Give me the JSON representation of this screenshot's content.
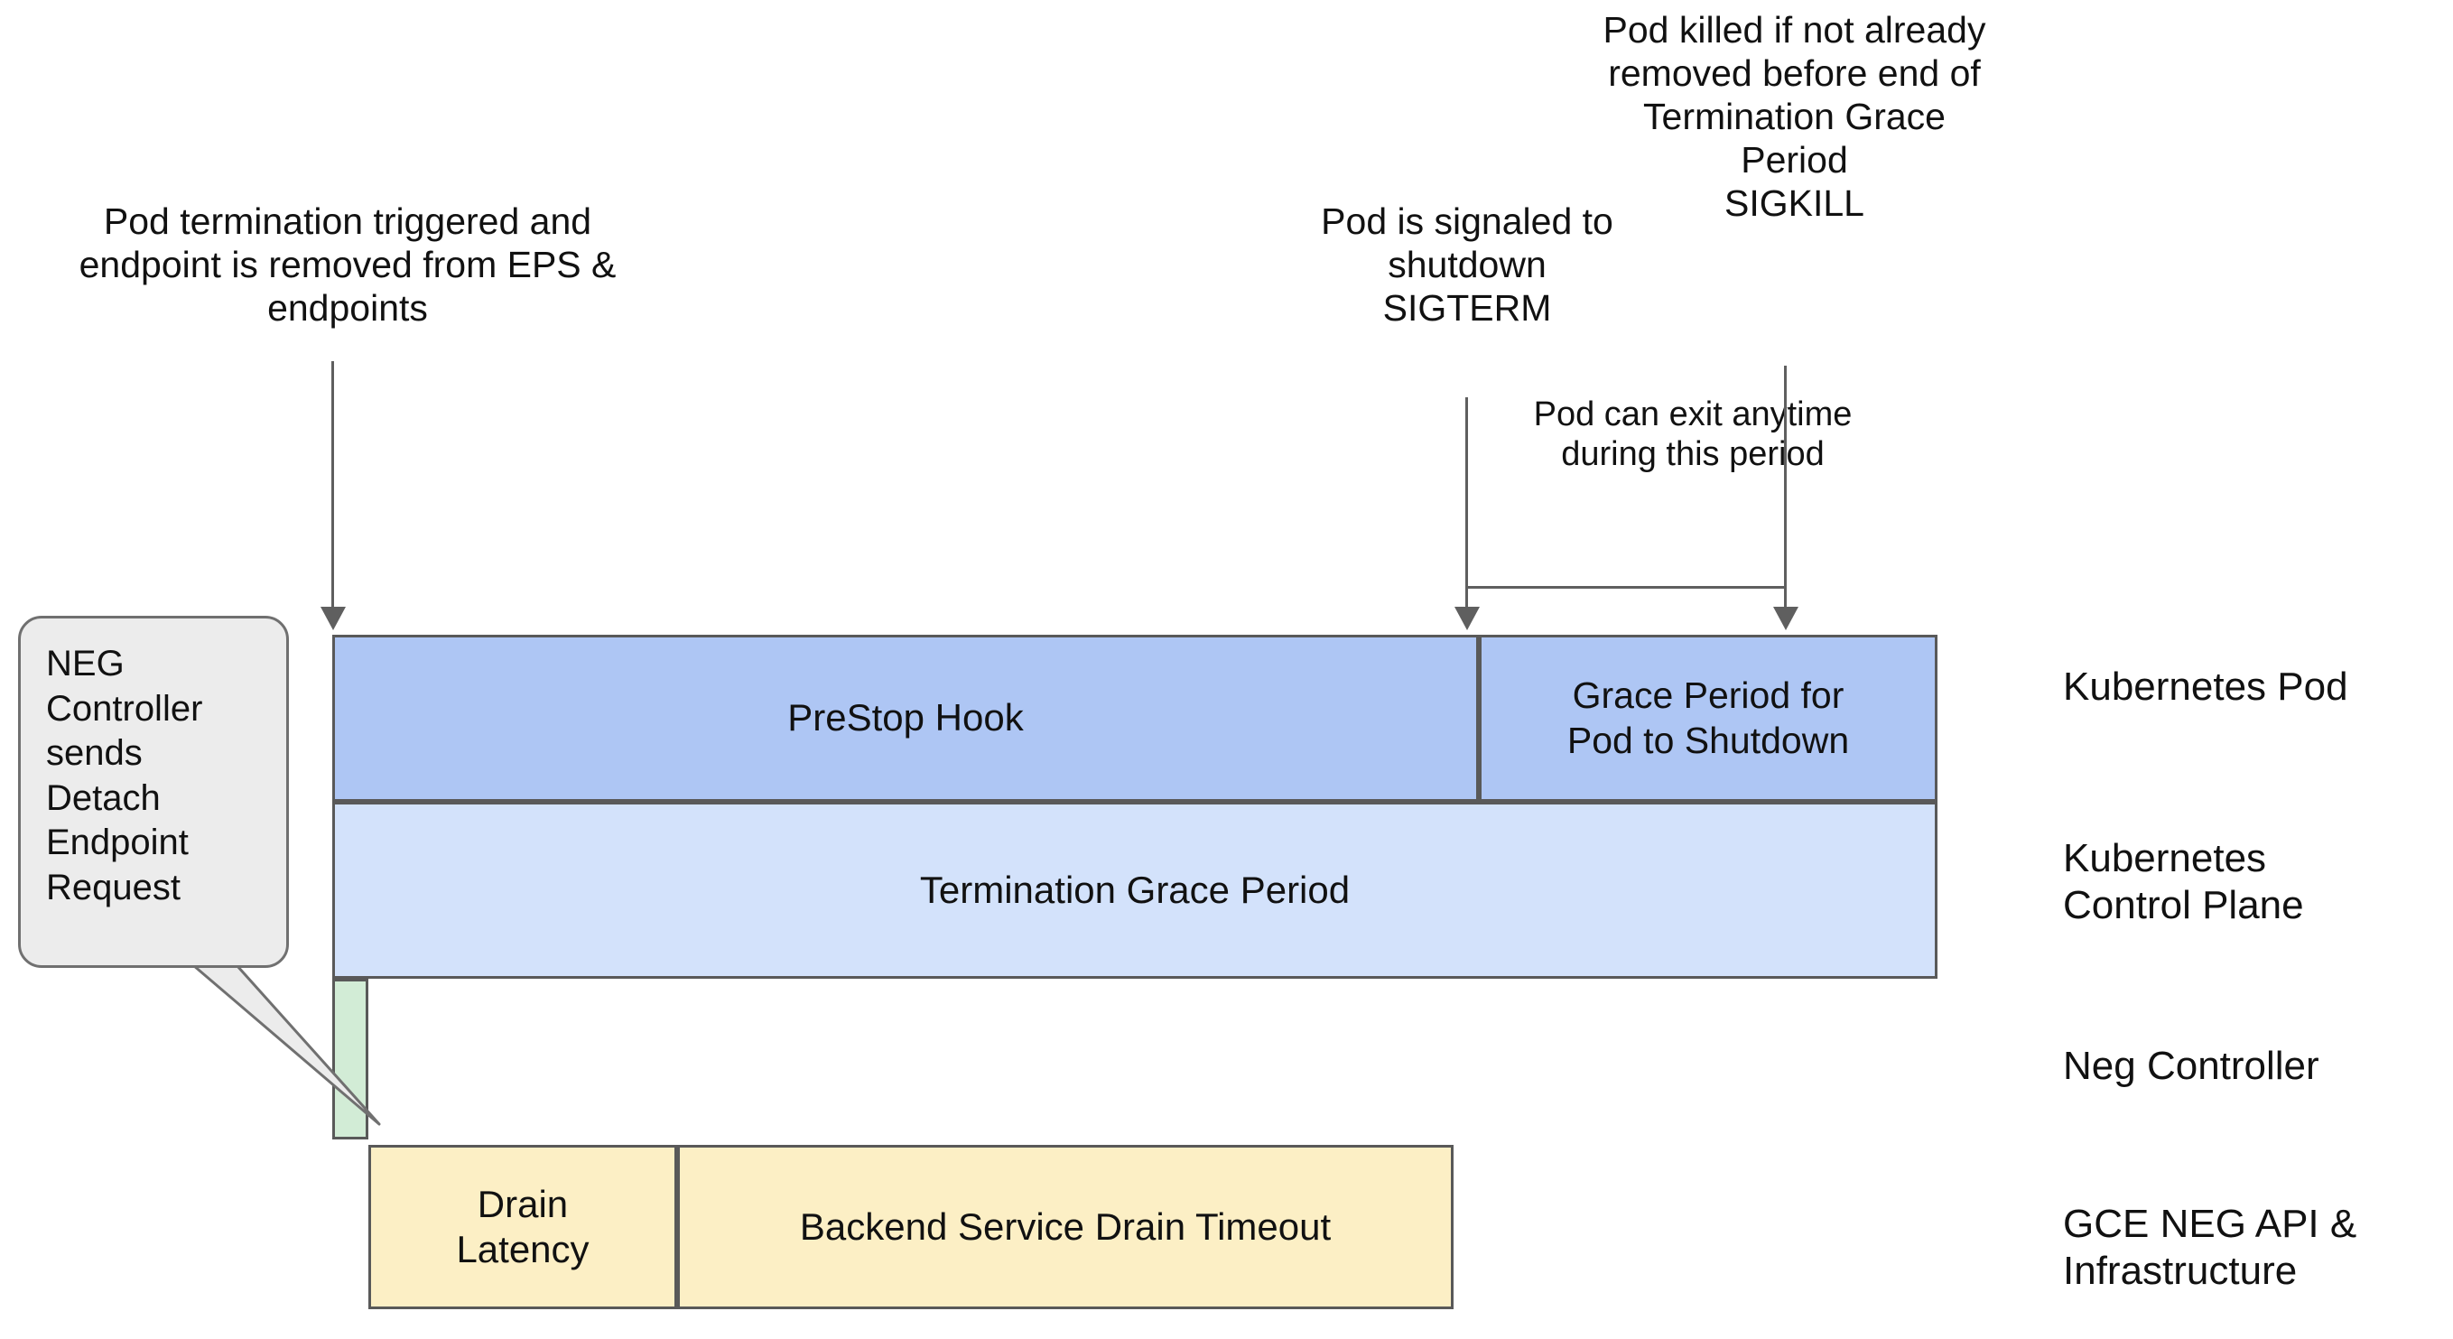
{
  "diagram": {
    "title": "Kubernetes Pod termination & NEG endpoint drain timeline",
    "colors": {
      "pod_bar": "#aec6f4",
      "control_plane_bar": "#d3e2fb",
      "neg_bar": "#d2ecd6",
      "gce_bar": "#fcefc5",
      "stroke": "#5f5f5f",
      "callout_fill": "#ececec"
    }
  },
  "annotations": {
    "pod_termination": "Pod termination triggered and endpoint is removed from EPS & endpoints",
    "sigterm": "Pod is signaled to shutdown\nSIGTERM",
    "sigkill": "Pod killed if not already removed before end of Termination Grace Period\nSIGKILL",
    "pod_exit_window": "Pod can exit anytime during this period"
  },
  "callout": {
    "text": "NEG Controller sends Detach Endpoint Request"
  },
  "lane_labels": {
    "kubernetes_pod": "Kubernetes Pod",
    "kubernetes_control_plane": "Kubernetes\nControl Plane",
    "neg_controller": "Neg Controller",
    "gce_neg_api": "GCE NEG API &\nInfrastructure"
  },
  "bars": {
    "prestop_hook": "PreStop Hook",
    "grace_period": "Grace Period for\nPod to Shutdown",
    "termination_grace_period": "Termination Grace Period",
    "neg_controller": "",
    "drain_latency": "Drain\nLatency",
    "backend_service_drain_timeout": "Backend Service Drain Timeout"
  }
}
